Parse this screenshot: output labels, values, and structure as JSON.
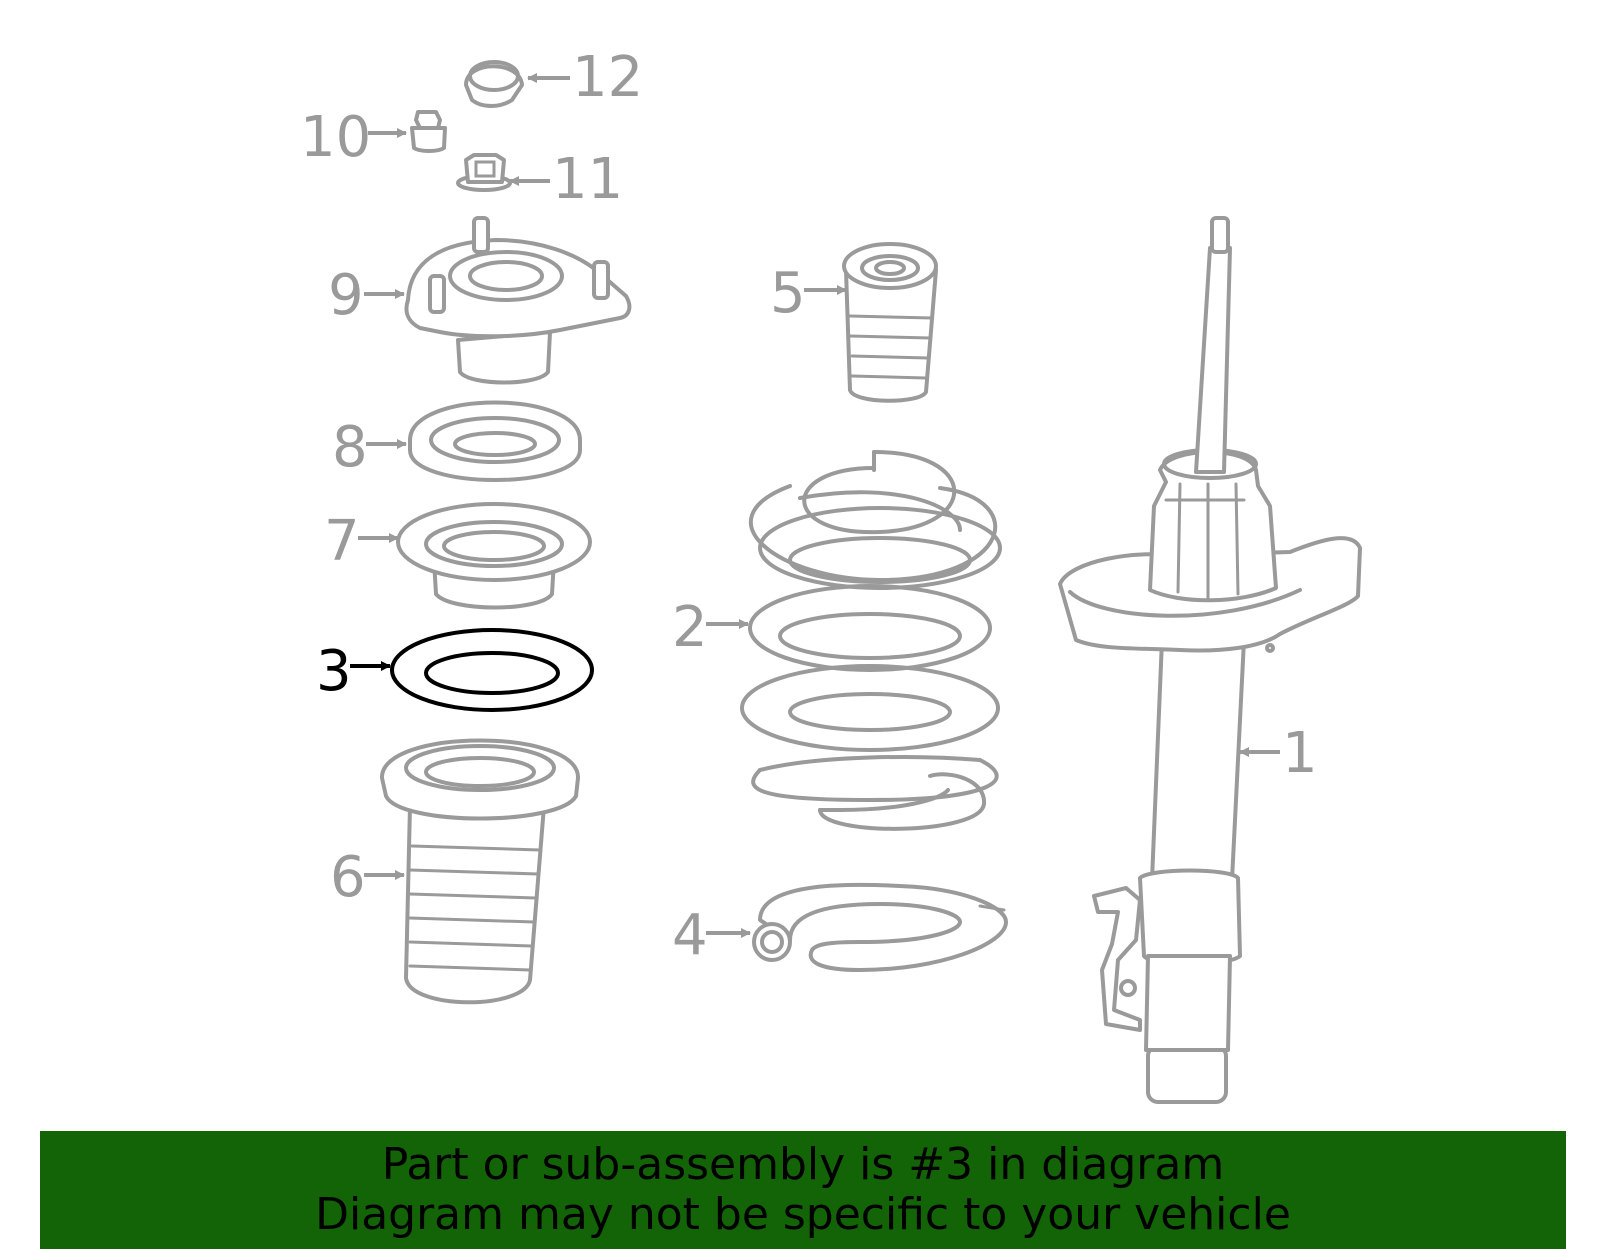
{
  "diagram": {
    "highlighted_part": "3",
    "callouts": {
      "p1": "1",
      "p2": "2",
      "p3": "3",
      "p4": "4",
      "p5": "5",
      "p6": "6",
      "p7": "7",
      "p8": "8",
      "p9": "9",
      "p10": "10",
      "p11": "11",
      "p12": "12"
    }
  },
  "banner": {
    "line1": "Part or sub-assembly is #3 in diagram",
    "line2": "Diagram may not be specific to your vehicle"
  },
  "colors": {
    "banner_bg": "#136307",
    "part_stroke": "#9a9a9a",
    "highlight": "#000000"
  }
}
